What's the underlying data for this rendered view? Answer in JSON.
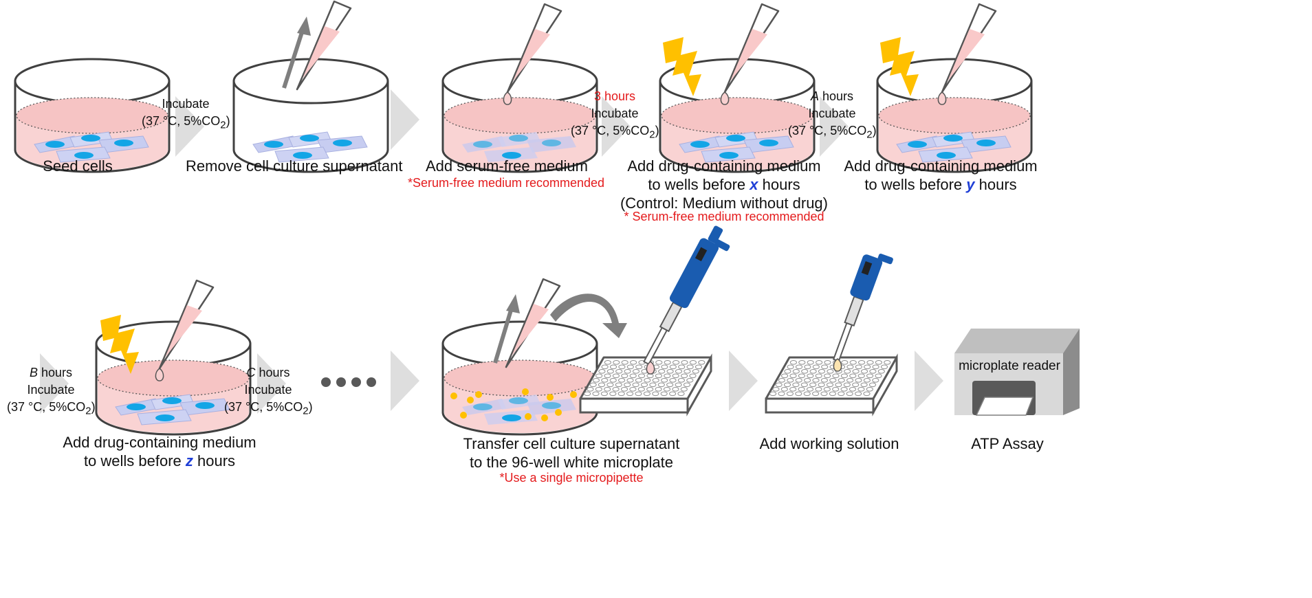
{
  "steps": {
    "s1": {
      "label": "Seed cells"
    },
    "s2": {
      "label": "Remove cell culture supernatant"
    },
    "s3": {
      "label": "Add serum-free medium",
      "note": "*Serum-free medium  recommended"
    },
    "s4": {
      "line1_a": "Add drug-containing medium",
      "line2_a": "to wells before ",
      "var": "x",
      "line2_b": " hours",
      "line3": "(Control: Medium without drug)",
      "note": "* Serum-free medium  recommended"
    },
    "s5": {
      "line1_a": "Add drug-containing medium",
      "line2_a": "to wells before ",
      "var": "y",
      "line2_b": " hours"
    },
    "s6": {
      "line1_a": "Add drug-containing medium",
      "line2_a": "to wells before ",
      "var": "z",
      "line2_b": " hours"
    },
    "s7": {
      "line1": "Transfer cell culture supernatant",
      "line2": "to the 96-well white microplate",
      "note": "*Use a single micropipette"
    },
    "s8": {
      "label": "Add working solution"
    },
    "s9": {
      "label": "ATP Assay",
      "device": "microplate reader"
    }
  },
  "incubations": {
    "i1": {
      "time": "",
      "word": "Incubate",
      "cond": "(37 °C, 5%CO",
      "sub": "2",
      "close": ")"
    },
    "i2": {
      "time": "3 hours",
      "word": "Incubate",
      "cond": "(37 °C, 5%CO",
      "sub": "2",
      "close": ")"
    },
    "i3": {
      "time_var": "A",
      "time": " hours",
      "word": "Incubate",
      "cond": "(37 °C, 5%CO",
      "sub": "2",
      "close": ")"
    },
    "i4": {
      "time_var": "B",
      "time": " hours",
      "word": "Incubate",
      "cond": "(37 °C, 5%CO",
      "sub": "2",
      "close": ")"
    },
    "i5": {
      "time_var": "C",
      "time": " hours",
      "word": "Incubate",
      "cond": "(37 °C, 5%CO",
      "sub": "2",
      "close": ")"
    }
  },
  "colors": {
    "medium": "#f9d3d3",
    "cell_sheet": "#c7cdf1",
    "nucleus": "#13a5e6",
    "pipette_tip_fill": "#f7c8c8",
    "bolt": "#ffc000",
    "flow_arrow": "#d9d9d9",
    "gray_arrow": "#7f7f7f",
    "pipette_blue": "#1a5cb0",
    "working_solution": "#fce4b0",
    "note_red": "#e41a1c",
    "variable_blue": "#1f3fd6"
  },
  "icons": [
    "petri-dish-icon",
    "pipette-tip-icon",
    "lightning-bolt-icon",
    "micropipette-icon",
    "96-well-plate-icon",
    "microplate-reader-icon",
    "transfer-curve-arrow-icon",
    "up-arrow-icon"
  ]
}
